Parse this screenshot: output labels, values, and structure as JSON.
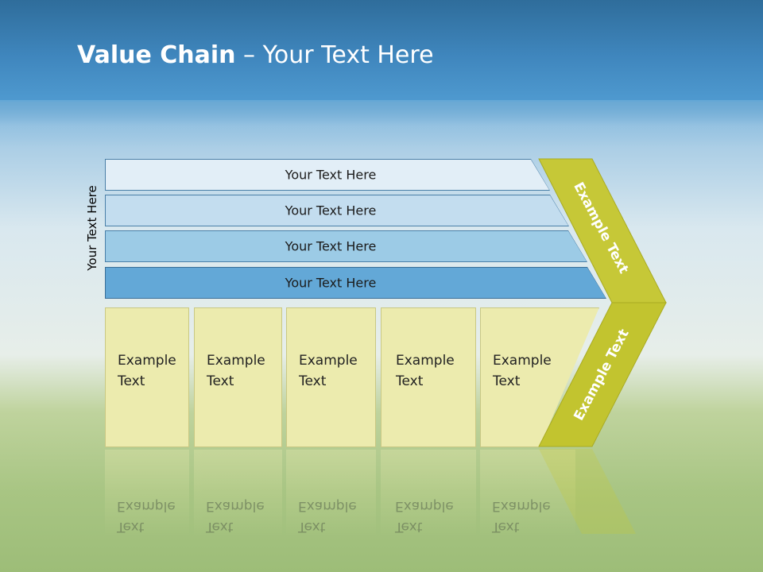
{
  "slide": {
    "title_bold": "Value Chain",
    "title_rest": " – Your Text Here",
    "side_label": "Your Text Here"
  },
  "bars": [
    {
      "label": "Your Text Here",
      "fill": "#e2eef7",
      "border": "#4a7fa8"
    },
    {
      "label": "Your Text Here",
      "fill": "#c3ddef",
      "border": "#4a7fa8"
    },
    {
      "label": "Your Text Here",
      "fill": "#9ccbe6",
      "border": "#4a7fa8"
    },
    {
      "label": "Your Text Here",
      "fill": "#63a8d7",
      "border": "#3a6f98"
    }
  ],
  "boxes": [
    {
      "line1": "Example",
      "line2": "Text"
    },
    {
      "line1": "Example",
      "line2": "Text"
    },
    {
      "line1": "Example",
      "line2": "Text"
    },
    {
      "line1": "Example",
      "line2": "Text"
    },
    {
      "line1": "Example",
      "line2": "Text"
    }
  ],
  "chevron": {
    "upper_label": "Example Text",
    "lower_label": "Example Text",
    "color": "#c6c837"
  }
}
